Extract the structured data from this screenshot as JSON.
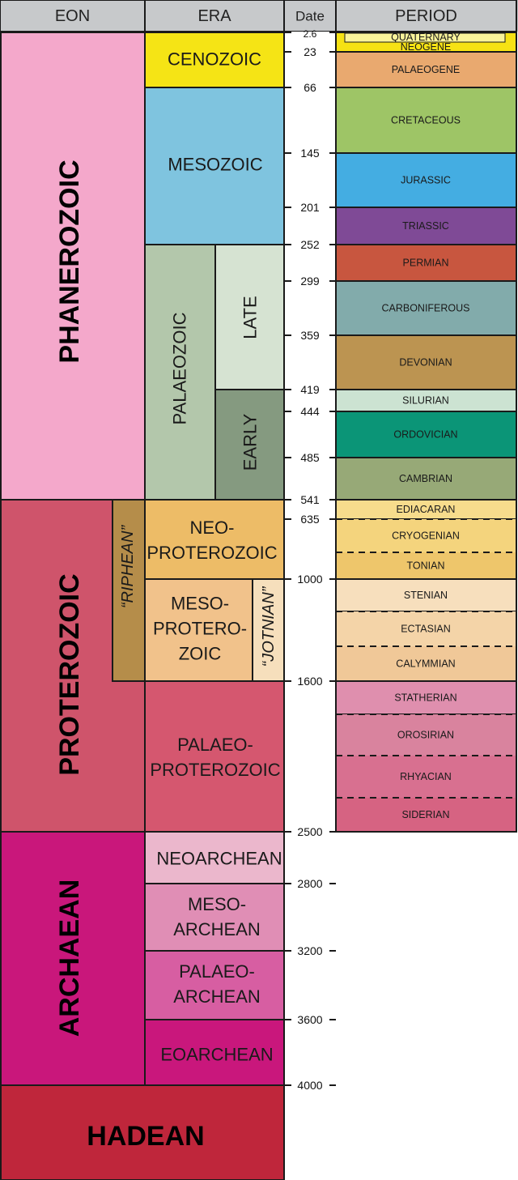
{
  "headers": {
    "eon": "EON",
    "era": "ERA",
    "date": "Date",
    "period": "PERIOD"
  },
  "colors": {
    "header_bg": "#c7c9cb",
    "phanerozoic": "#f4a8cb",
    "proterozoic": "#cf546b",
    "archaean": "#c9177b",
    "hadean": "#bf263b",
    "cenozoic": "#f5e415",
    "mesozoic": "#7fc4df",
    "palaeozoic": "#b3c7ab",
    "late": "#d6e3d2",
    "early": "#859a80",
    "neoproterozoic": "#edbc67",
    "mesoproterozoic": "#f1c28b",
    "palaeoproterozoic": "#d5576f",
    "riphean": "#b58d4a",
    "jotnian": "#f6dfbc",
    "neoarchean": "#ebb7cc",
    "mesoarchean": "#e08eb5",
    "palaeoarchean": "#d75ea2",
    "eoarchean": "#c9177c"
  },
  "eons": [
    {
      "name": "PHANEROZOIC",
      "color": "#f4a8cb"
    },
    {
      "name": "PROTEROZOIC",
      "color": "#cf546b"
    },
    {
      "name": "ARCHAEAN",
      "color": "#c9177b"
    },
    {
      "name": "HADEAN",
      "color": "#bf263b"
    }
  ],
  "eras": [
    {
      "lines": [
        "CENOZOIC"
      ],
      "color": "#f5e415"
    },
    {
      "lines": [
        "MESOZOIC"
      ],
      "color": "#7fc4df"
    },
    {
      "lines": [
        "PALAEOZOIC"
      ],
      "color": "#b3c7ab"
    },
    {
      "lines": [
        "LATE"
      ],
      "color": "#d6e3d2"
    },
    {
      "lines": [
        "EARLY"
      ],
      "color": "#859a80"
    },
    {
      "lines": [
        "NEO-",
        "PROTEROZOIC"
      ],
      "color": "#edbc67"
    },
    {
      "lines": [
        "MESO-",
        "PROTERO-",
        "ZOIC"
      ],
      "color": "#f1c28b"
    },
    {
      "lines": [
        "PALAEO-",
        "PROTEROZOIC"
      ],
      "color": "#d5576f"
    },
    {
      "lines": [
        "NEOARCHEAN"
      ],
      "color": "#ebb7cc"
    },
    {
      "lines": [
        "MESO-",
        "ARCHEAN"
      ],
      "color": "#e08eb5"
    },
    {
      "lines": [
        "PALAEO-",
        "ARCHEAN"
      ],
      "color": "#d75ea2"
    },
    {
      "lines": [
        "EOARCHEAN"
      ],
      "color": "#c9177c"
    }
  ],
  "bands": [
    {
      "name": "“RIPHEAN”",
      "color": "#b58d4a"
    },
    {
      "name": "“JOTNIAN”",
      "color": "#f6dfbc"
    }
  ],
  "periods": [
    {
      "name": "QUATERNARY",
      "color": "#f9f39a"
    },
    {
      "name": "NEOGENE",
      "color": "#f6e214"
    },
    {
      "name": "PALAEOGENE",
      "color": "#e9a96f"
    },
    {
      "name": "CRETACEOUS",
      "color": "#9ec566"
    },
    {
      "name": "JURASSIC",
      "color": "#44ade2"
    },
    {
      "name": "TRIASSIC",
      "color": "#7f4a96"
    },
    {
      "name": "PERMIAN",
      "color": "#c8563f"
    },
    {
      "name": "CARBONIFEROUS",
      "color": "#82abab"
    },
    {
      "name": "DEVONIAN",
      "color": "#bc9451"
    },
    {
      "name": "SILURIAN",
      "color": "#cce3d2"
    },
    {
      "name": "ORDOVICIAN",
      "color": "#0b9577"
    },
    {
      "name": "CAMBRIAN",
      "color": "#97a977"
    },
    {
      "name": "EDIACARAN",
      "color": "#f7dc8c"
    },
    {
      "name": "CRYOGENIAN",
      "color": "#f4d47d"
    },
    {
      "name": "TONIAN",
      "color": "#eec66b"
    },
    {
      "name": "STENIAN",
      "color": "#f7dfbd"
    },
    {
      "name": "ECTASIAN",
      "color": "#f4d4a8"
    },
    {
      "name": "CALYMMIAN",
      "color": "#f0c898"
    },
    {
      "name": "STATHERIAN",
      "color": "#df8fae"
    },
    {
      "name": "OROSIRIAN",
      "color": "#d9839e"
    },
    {
      "name": "RHYACIAN",
      "color": "#d87090"
    },
    {
      "name": "SIDERIAN",
      "color": "#d66382"
    }
  ],
  "dates": [
    "2.6",
    "23",
    "66",
    "145",
    "201",
    "252",
    "299",
    "359",
    "419",
    "444",
    "485",
    "541",
    "635",
    "1000",
    "1600",
    "2500",
    "2800",
    "3200",
    "3600",
    "4000"
  ]
}
